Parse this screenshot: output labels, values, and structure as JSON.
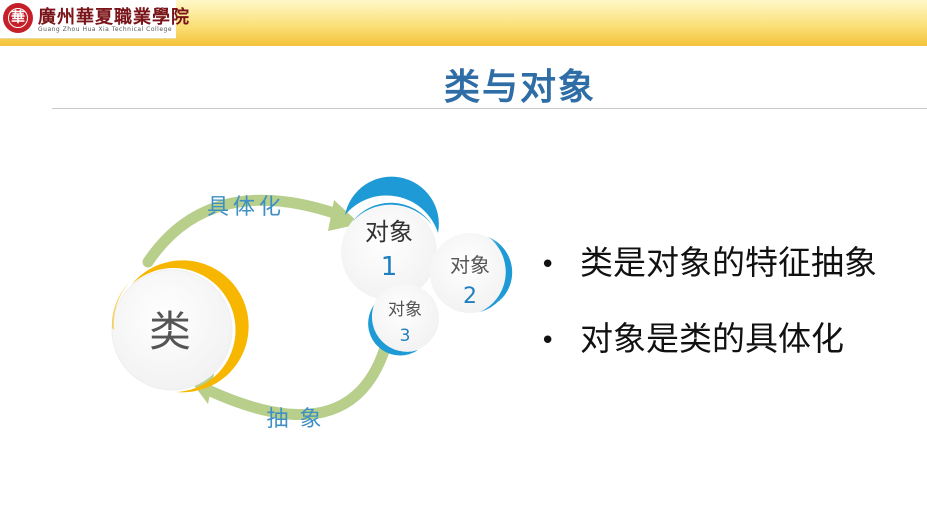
{
  "header": {
    "logo_seal": "華",
    "logo_text": "廣州華夏職業學院",
    "logo_subtitle": "Guang Zhou Hua Xia Technical College"
  },
  "slide": {
    "title": "类与对象"
  },
  "diagram": {
    "class_label": "类",
    "objects": [
      {
        "line1": "对象",
        "line2": "1"
      },
      {
        "line1": "对象",
        "line2": "2"
      },
      {
        "line1": "对象",
        "line2": "3"
      }
    ],
    "arrow_top_label": "具体化",
    "arrow_bottom_label": "抽 象"
  },
  "bullets": [
    {
      "marker": "•",
      "text": "类是对象的特征抽象"
    },
    {
      "marker": "•",
      "text": "对象是类的具体化"
    }
  ],
  "colors": {
    "title": "#2e6da5",
    "class_ring": "#f7b600",
    "object_ring": "#1e9ad6",
    "arrow": "#b7cf8a",
    "arrow_label": "#3d8fc4"
  }
}
